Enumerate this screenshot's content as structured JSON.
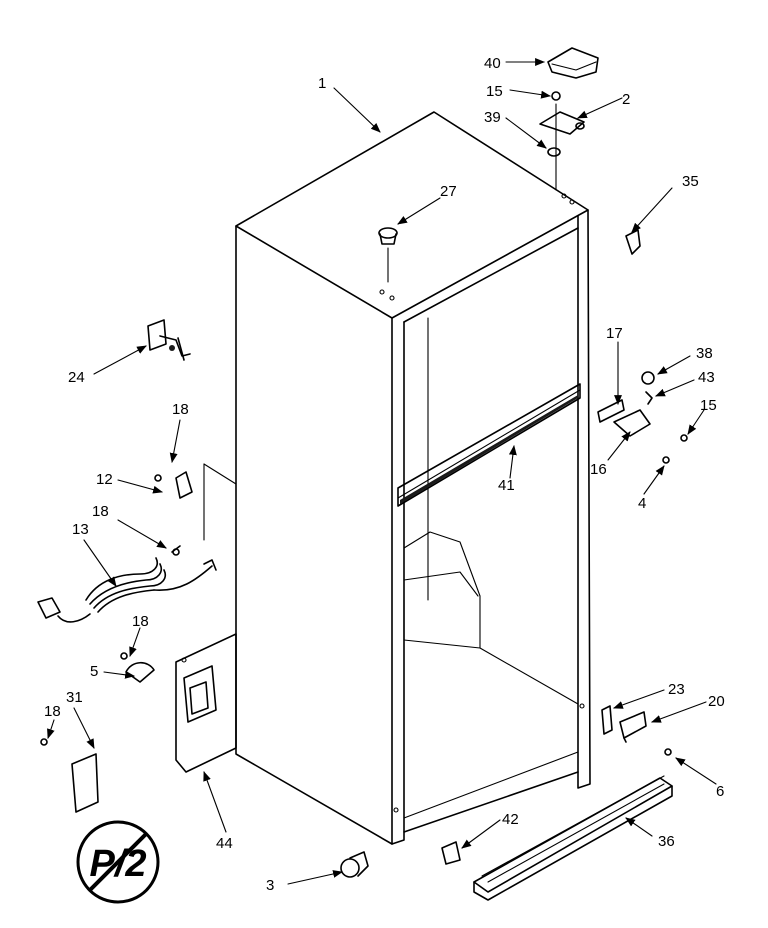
{
  "callouts": [
    {
      "id": "label-1",
      "text": "1"
    },
    {
      "id": "label-40",
      "text": "40"
    },
    {
      "id": "label-15-top",
      "text": "15"
    },
    {
      "id": "label-2",
      "text": "2"
    },
    {
      "id": "label-39",
      "text": "39"
    },
    {
      "id": "label-35",
      "text": "35"
    },
    {
      "id": "label-27",
      "text": "27"
    },
    {
      "id": "label-24",
      "text": "24"
    },
    {
      "id": "label-18-a",
      "text": "18"
    },
    {
      "id": "label-12",
      "text": "12"
    },
    {
      "id": "label-18-b",
      "text": "18"
    },
    {
      "id": "label-13",
      "text": "13"
    },
    {
      "id": "label-18-c",
      "text": "18"
    },
    {
      "id": "label-5",
      "text": "5"
    },
    {
      "id": "label-31",
      "text": "31"
    },
    {
      "id": "label-18-d",
      "text": "18"
    },
    {
      "id": "label-44",
      "text": "44"
    },
    {
      "id": "label-3",
      "text": "3"
    },
    {
      "id": "label-17",
      "text": "17"
    },
    {
      "id": "label-38",
      "text": "38"
    },
    {
      "id": "label-43",
      "text": "43"
    },
    {
      "id": "label-15-right",
      "text": "15"
    },
    {
      "id": "label-16",
      "text": "16"
    },
    {
      "id": "label-4",
      "text": "4"
    },
    {
      "id": "label-41",
      "text": "41"
    },
    {
      "id": "label-23",
      "text": "23"
    },
    {
      "id": "label-20",
      "text": "20"
    },
    {
      "id": "label-6",
      "text": "6"
    },
    {
      "id": "label-42",
      "text": "42"
    },
    {
      "id": "label-36",
      "text": "36"
    }
  ],
  "stamp": {
    "text": "P/2",
    "struck_through": true
  }
}
